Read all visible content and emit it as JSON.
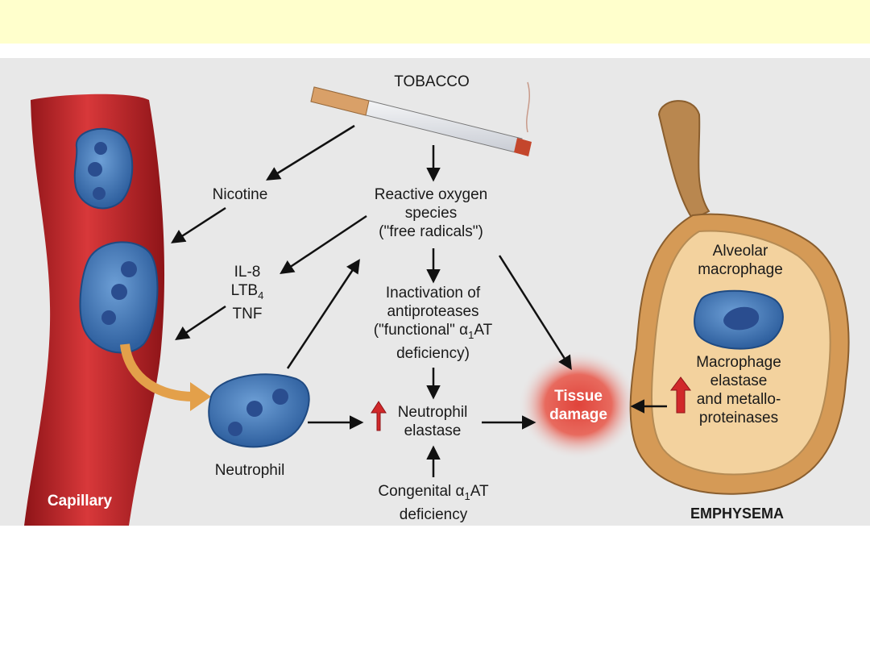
{
  "labels": {
    "tobacco": "TOBACCO",
    "nicotine": "Nicotine",
    "ros": [
      "Reactive oxygen",
      "species",
      "(\"free radicals\")"
    ],
    "cytokines": [
      "IL-8",
      "LTB",
      "4",
      "TNF"
    ],
    "inactivation": [
      "Inactivation of",
      "antiproteases",
      "(\"functional\" α",
      "1",
      "AT",
      "deficiency)"
    ],
    "neutrophil_elastase": [
      "Neutrophil",
      "elastase"
    ],
    "neutrophil": "Neutrophil",
    "congenital": [
      "Congenital α",
      "1",
      "AT",
      "deficiency"
    ],
    "tissue_damage": [
      "Tissue",
      "damage"
    ],
    "alveolar_macrophage": [
      "Alveolar",
      "macrophage"
    ],
    "macrophage_elastase": [
      "Macrophage",
      "elastase",
      "and metallo-",
      "proteinases"
    ],
    "capillary": "Capillary",
    "emphysema": "EMPHYSEMA"
  },
  "colors": {
    "topbar": "#ffffcc",
    "panel": "#e8e8e8",
    "vessel": "#c0282a",
    "cell": "#3f74b8",
    "alveolus": "#e0b070",
    "tissue_glow": "#e0433a",
    "up_arrow": "#d1282a"
  },
  "icons": {
    "tobacco": "cigarette-icon",
    "cells": "neutrophil-cell-icon",
    "up": "up-arrow-icon"
  }
}
